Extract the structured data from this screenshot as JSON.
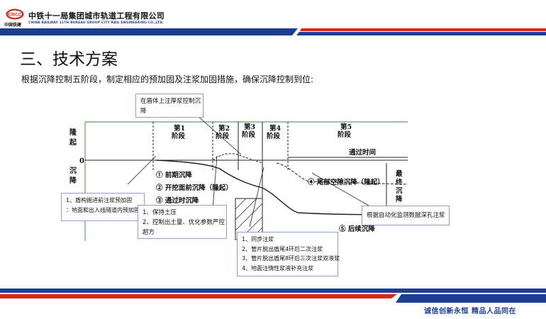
{
  "header": {
    "logo_text": "CRCC",
    "logo_caption": "中国铁建",
    "company_name_cn": "中铁十一局集团城市轨道工程有限公司",
    "company_name_en": "CHINA RAILWAY 11TH BUREAU GROUP CITY RAIL ENGINEERING CO.,LTD."
  },
  "slide": {
    "title": "三、技术方案",
    "subtitle": "根据沉降控制五阶段，制定相应的预加固及注浆加固措施，确保沉降控制到位:"
  },
  "diagram": {
    "y_up_label": [
      "隆",
      "起"
    ],
    "y_down_label": [
      "沉",
      "降"
    ],
    "zero_label": "0",
    "stages": [
      {
        "name": "第1",
        "sub": "阶段"
      },
      {
        "name": "第2",
        "sub": "阶段"
      },
      {
        "name": "第3",
        "sub": "阶段"
      },
      {
        "name": "第4",
        "sub": "阶段"
      },
      {
        "name": "第5",
        "sub": "阶段"
      }
    ],
    "pass_time": "通过时间",
    "legend": [
      "① 前期沉降",
      "② 开挖面前沉降（隆起）",
      "③ 通过时沉降",
      "④ 尾部空隙沉降（隆起）",
      "⑤ 后续沉降"
    ],
    "final_settlement": [
      "最",
      "终",
      "沉",
      "降"
    ]
  },
  "callouts": {
    "top": [
      "在盾体上注厚浆控制沉",
      "降"
    ],
    "left": [
      "1、盾构掘进前注浆预加固",
      "：地面和出入线隧道内预加固"
    ],
    "middle": [
      "1、保持土压",
      "2、控制出土量、优化参数严控",
      "超方"
    ],
    "bottom": [
      "1、同步注浆",
      "2、管片脱出盾尾4环后二次注浆",
      "3、管片脱出盾尾8环后三次注浆双液浆",
      "4、地面注惰性浆液补充注浆"
    ],
    "right": [
      "根据自动化监测数据深孔注浆"
    ]
  },
  "footer": {
    "slogan": "诚信创新永恒   精品人品同在"
  },
  "colors": {
    "brand_blue": "#1d3f93",
    "brand_red": "#d7261e",
    "diagram_green": "#5aa85a"
  }
}
